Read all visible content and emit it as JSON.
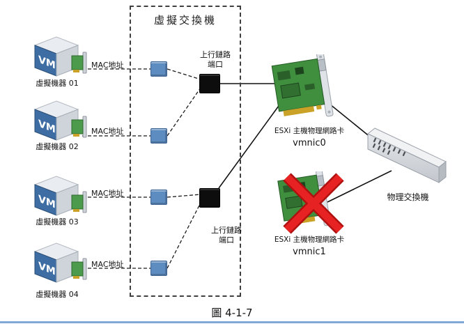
{
  "diagram": {
    "virtual_switch_title": "虛擬交換機",
    "physical_switch_label": "物理交換機",
    "caption": "圖 4-1-7",
    "vms": [
      {
        "cube_text": "VM",
        "name": "虛擬機器 01",
        "mac_label": "MAC地址"
      },
      {
        "cube_text": "VM",
        "name": "虛擬機器 02",
        "mac_label": "MAC地址"
      },
      {
        "cube_text": "VM",
        "name": "虛擬機器 03",
        "mac_label": "MAC地址"
      },
      {
        "cube_text": "VM",
        "name": "虛擬機器 04",
        "mac_label": "MAC地址"
      }
    ],
    "uplinks": [
      {
        "line1": "上行鏈路",
        "line2": "端口"
      },
      {
        "line1": "上行鏈路",
        "line2": "端口"
      }
    ],
    "nics": [
      {
        "label": "ESXi 主機物理網路卡",
        "device": "vmnic0"
      },
      {
        "label": "ESXi 主機物理網路卡",
        "device": "vmnic1"
      }
    ],
    "colors": {
      "vm_port_blue": "#5d8cc0",
      "uplink_port_black": "#0d0d0d",
      "nic_green": "#3f8f3f",
      "x_red": "#e62222",
      "cube_blue": "#3d6da3",
      "bottom_rule_blue": "#7fa8d6"
    }
  }
}
